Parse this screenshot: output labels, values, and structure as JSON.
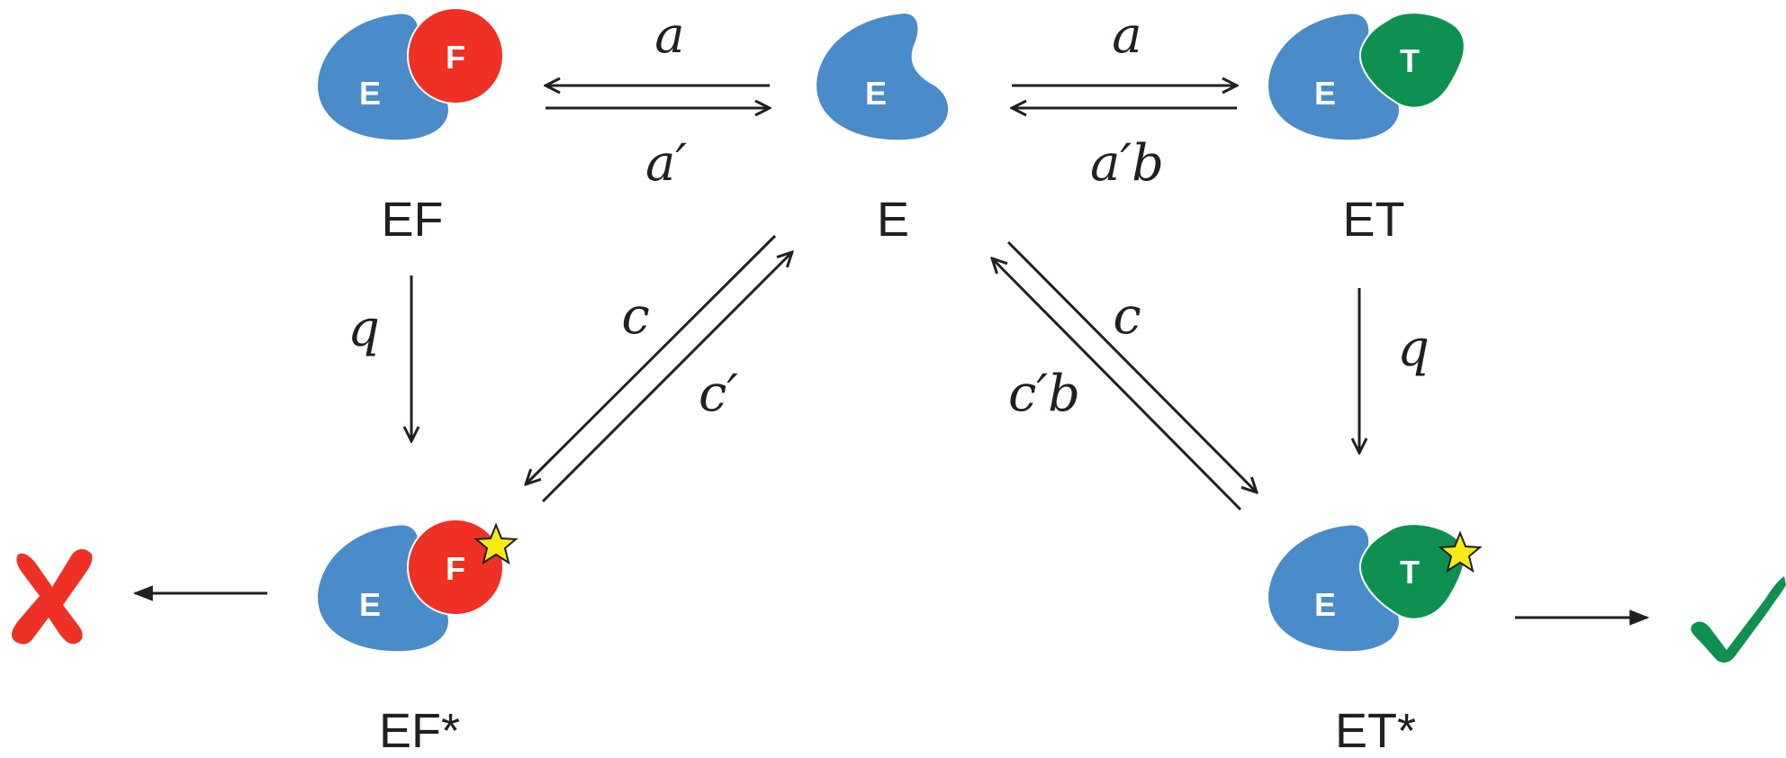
{
  "states": {
    "E": {
      "label": "E",
      "blob_text": "E"
    },
    "EF": {
      "label": "EF",
      "enzyme_text": "E",
      "partner_text": "F"
    },
    "ET": {
      "label": "ET",
      "enzyme_text": "E",
      "partner_text": "T"
    },
    "EF_star": {
      "label": "EF*",
      "enzyme_text": "E",
      "partner_text": "F"
    },
    "ET_star": {
      "label": "ET*",
      "enzyme_text": "E",
      "partner_text": "T"
    }
  },
  "rates": {
    "e_to_ef": "a",
    "ef_to_e": "a′",
    "e_to_et": "a",
    "et_to_e": "a′b",
    "ef_to_efstar": "q",
    "et_to_etstar": "q",
    "e_to_efstar": "c",
    "efstar_to_e": "c′",
    "e_to_etstar": "c",
    "etstar_to_e": "c′b"
  },
  "outcomes": {
    "reject_icon": "cross-icon",
    "accept_icon": "check-icon"
  },
  "colors": {
    "enzyme": "#4a8bc9",
    "fuel": "#ee3124",
    "target": "#0e9150",
    "star": "#f5ea14",
    "ink": "#231f20"
  }
}
